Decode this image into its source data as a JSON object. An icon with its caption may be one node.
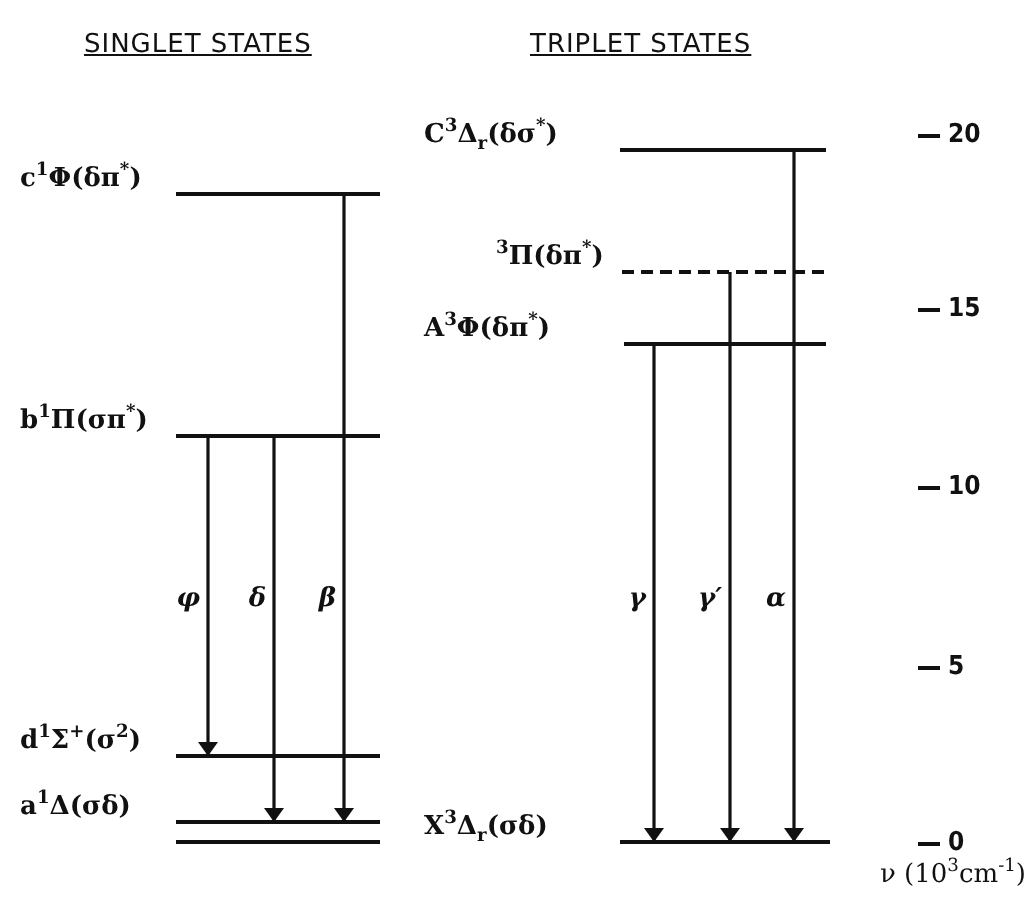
{
  "diagram": {
    "nodes": [
      {
        "text": [
          "c$^{1}$Φ(δπ$^{*}$)"
        ]
      },
      {
        "text": [
          "b$^{1}$Π(σπ$^{*}$)"
        ]
      },
      {
        "text": [
          "d$^{1}$Σ$^{+}$(σ$^{2}$)"
        ]
      },
      {
        "text": [
          "a$^{1}$Δ(σδ)"
        ]
      },
      {
        "text": [],
        "shape": "bar"
      },
      {
        "text": [
          "C$^{3}$Δ$_{r}$(δσ$^{*}$)"
        ]
      },
      {
        "text": [
          "$^{3}$Π(δπ$^{*}$)"
        ]
      },
      {
        "text": [
          "A$^{3}$Φ(δπ$^{*}$)"
        ]
      },
      {
        "text": [
          "X$^{3}$Δ$_{r}$(σδ)"
        ]
      }
    ],
    "edges": [
      {
        "from": 1,
        "to": 2,
        "arrow": "to",
        "label": "φ"
      },
      {
        "from": 1,
        "to": 3,
        "arrow": "to",
        "label": "δ"
      },
      {
        "from": 0,
        "to": 3,
        "arrow": "to",
        "label": "β"
      },
      {
        "from": 7,
        "to": 8,
        "arrow": "to",
        "label": "γ"
      },
      {
        "from": 6,
        "to": 8,
        "arrow": "to",
        "label": "γ′"
      },
      {
        "from": 5,
        "to": 8,
        "arrow": "to",
        "label": "α"
      }
    ],
    "labels": [
      "SINGLET STATES",
      "TRIPLET STATES",
      "20",
      "15",
      "10",
      "5",
      "0",
      "ν (10$^{3}$cm$^{-1}$)"
    ]
  }
}
